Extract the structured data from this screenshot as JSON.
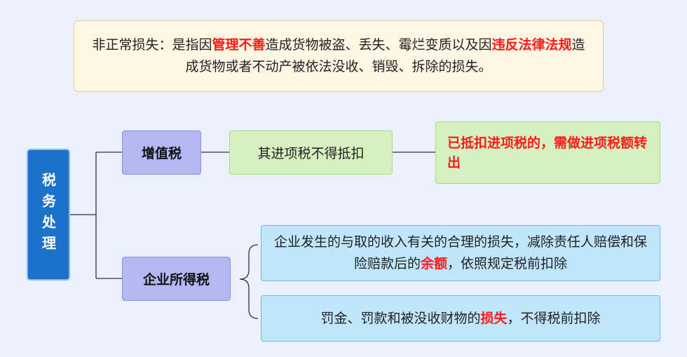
{
  "definition": {
    "part1": "非正常损失：是指因",
    "hl1": "管理不善",
    "part2": "造成货物被盗、丢失、霉烂变质以及因",
    "hl2": "违反法律法规",
    "part3": "造成货物或者不动产被依法没收、销毁、拆除的损失。"
  },
  "root": {
    "label": "税务处理"
  },
  "vat": {
    "label": "增值税",
    "rule": "其进项税不得抵扣",
    "note": "已抵扣进项税的，需做进项税额转出"
  },
  "cit": {
    "label": "企业所得税",
    "item1": {
      "pre": "企业发生的与取的收入有关的合理的损失，减除责任人赔偿和保险赔款后的",
      "hl": "余额",
      "post": "，依照规定税前扣除"
    },
    "item2": {
      "pre": "罚金、罚款和被没收财物的",
      "hl": "损失",
      "post": "，不得税前扣除"
    }
  },
  "colors": {
    "background": "#eaf1fb",
    "highlight_red": "#ff1a1a",
    "root_blue": "#1b73c9",
    "tax_purple": "#b3b8f2",
    "green_box": "#d6f0c0",
    "blue_box": "#bfe6fb"
  }
}
